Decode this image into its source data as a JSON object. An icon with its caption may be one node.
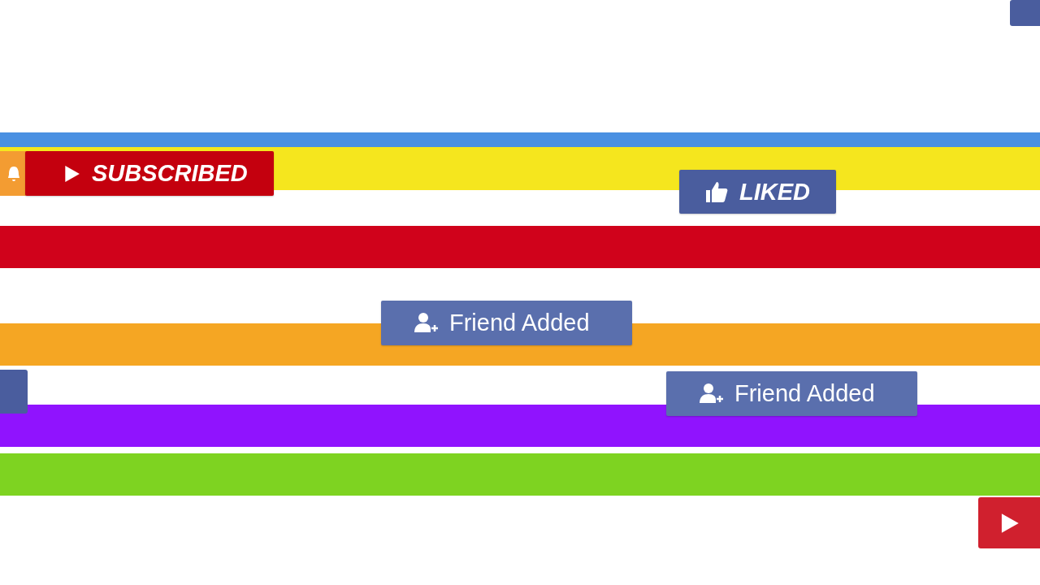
{
  "diagram": {
    "nodes": [
      {
        "text": [],
        "shape": "box"
      },
      {
        "text": [],
        "shape": "box"
      },
      {
        "text": [
          "SUBSCRIBED"
        ]
      },
      {
        "text": [
          "LIKED"
        ]
      },
      {
        "text": [
          "Friend Added"
        ]
      },
      {
        "text": [],
        "shape": "box"
      },
      {
        "text": [
          "Friend Added"
        ]
      },
      {
        "text": [],
        "shape": "box"
      }
    ]
  }
}
